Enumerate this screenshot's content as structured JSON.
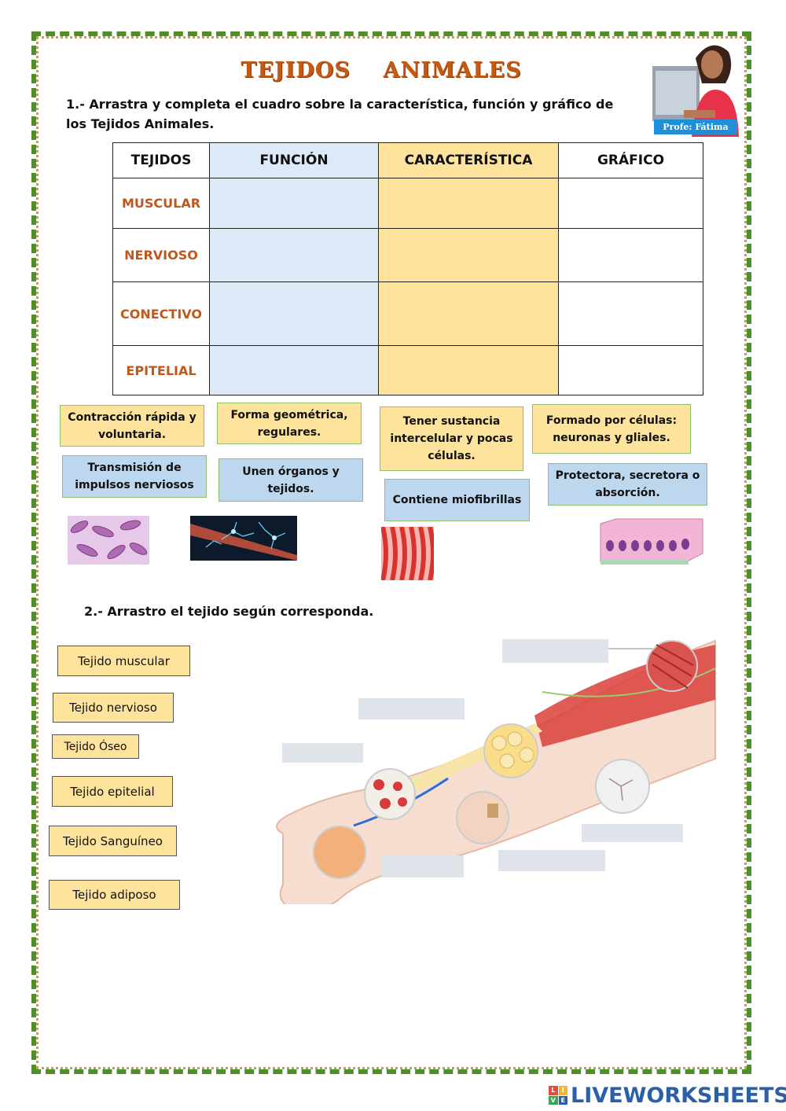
{
  "title": "TEJIDOS    ANIMALES",
  "teacher_caption": "Profe: Fátima",
  "instruction1": "1.- Arrastra y completa el cuadro sobre la característica, función y gráfico de los Tejidos Animales.",
  "table": {
    "headers": [
      "TEJIDOS",
      "FUNCIÓN",
      "CARACTERÍSTICA",
      "GRÁFICO"
    ],
    "rows": [
      "MUSCULAR",
      "NERVIOSO",
      "CONECTIVO",
      "EPITELIAL"
    ]
  },
  "cards": [
    "Contracción rápida y voluntaria.",
    "Forma geométrica, regulares.",
    "Tener sustancia intercelular y pocas células.",
    "Formado por células: neuronas y gliales.",
    "Transmisión de impulsos nerviosos",
    "Unen órganos y tejidos.",
    "Contiene miofibrillas",
    "Protectora, secretora o absorción."
  ],
  "instruction2": "2.- Arrastro el tejido según corresponda.",
  "options": [
    "Tejido muscular",
    "Tejido nervioso",
    "Tejido Óseo",
    "Tejido epitelial",
    "Tejido Sanguíneo",
    "Tejido adiposo"
  ],
  "logo": {
    "text": "LIVEWORKSHEETS",
    "mark": [
      "L",
      "I",
      "V",
      "E"
    ]
  },
  "colors": {
    "border_green": "#4f8f2a",
    "title_orange": "#c65a12",
    "blue_cell": "#dce9f6",
    "yellow_cell": "#fde39b"
  }
}
